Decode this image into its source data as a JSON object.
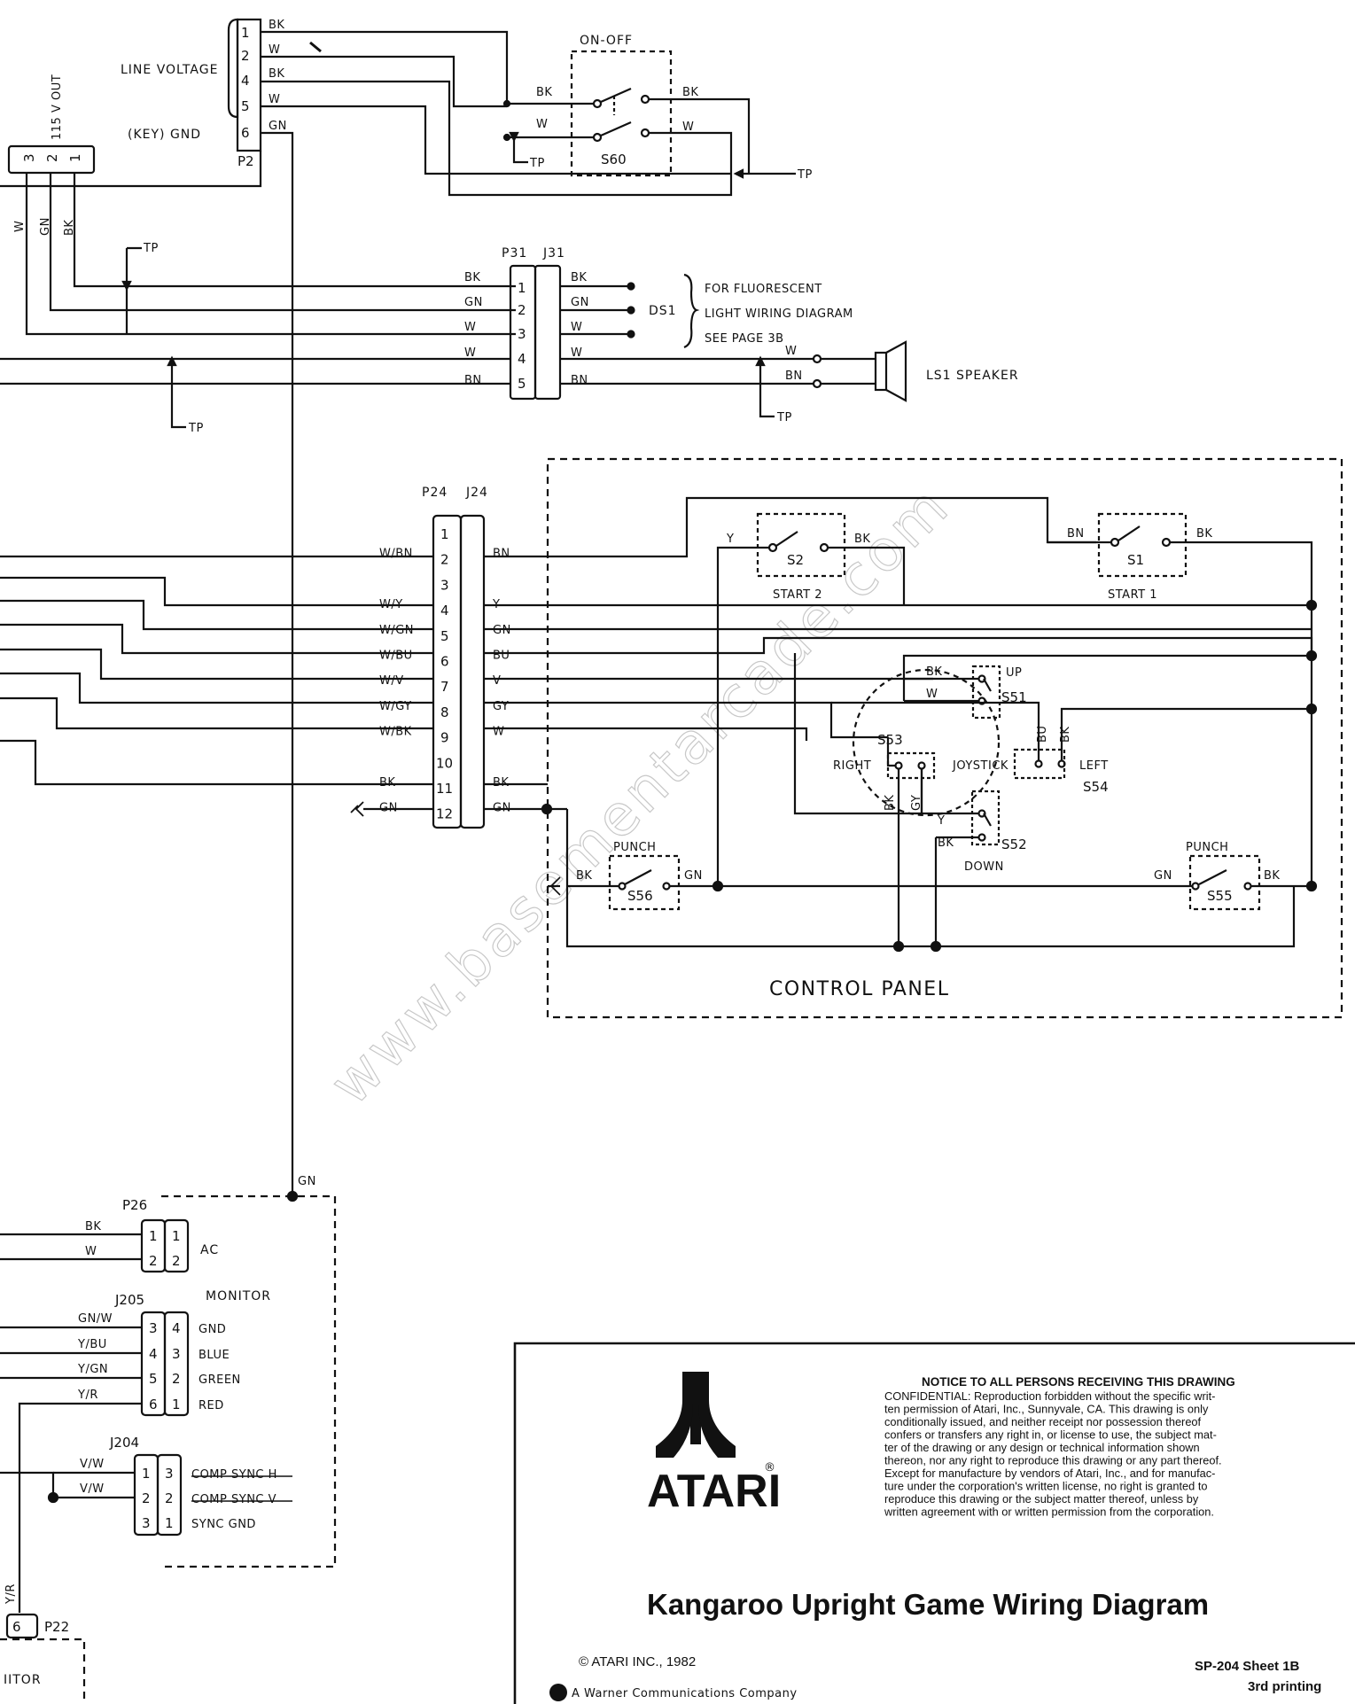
{
  "line_voltage": {
    "label": "LINE VOLTAGE",
    "key_gnd": "(KEY) GND",
    "plug": "P2",
    "pins": [
      "1",
      "2",
      "4",
      "5",
      "6"
    ],
    "wires": [
      "BK",
      "W",
      "BK",
      "W",
      "GN"
    ]
  },
  "power_in": {
    "label": "115 V OUT",
    "pins": [
      "3",
      "2",
      "1"
    ],
    "wires": [
      "W",
      "GN",
      "BK"
    ]
  },
  "on_off": {
    "label": "ON-OFF",
    "ref": "S60",
    "wires_in": [
      "BK",
      "W"
    ],
    "wires_out": [
      "BK",
      "W"
    ]
  },
  "tp": "TP",
  "p31": {
    "plug": "P31",
    "jack": "J31",
    "pins": [
      "1",
      "2",
      "3",
      "4",
      "5"
    ],
    "left_wires": [
      "BK",
      "GN",
      "W",
      "W",
      "BN"
    ],
    "right_wires": [
      "BK",
      "GN",
      "W",
      "W",
      "BN"
    ],
    "ds1": "DS1",
    "note": [
      "FOR FLUORESCENT",
      "LIGHT WIRING DIAGRAM",
      "SEE PAGE 3B"
    ],
    "speaker": "LS1 SPEAKER",
    "speaker_wires": [
      "W",
      "BN"
    ]
  },
  "p24": {
    "plug": "P24",
    "jack": "J24",
    "pins": [
      "1",
      "2",
      "3",
      "4",
      "5",
      "6",
      "7",
      "8",
      "9",
      "10",
      "11",
      "12"
    ],
    "left_wires": [
      "",
      "W/BN",
      "",
      "W/Y",
      "W/GN",
      "W/BU",
      "W/V",
      "W/GY",
      "W/BK",
      "",
      "BK",
      "GN"
    ],
    "right_wires": [
      "",
      "BN",
      "",
      "Y",
      "GN",
      "BU",
      "V",
      "GY",
      "W",
      "",
      "BK",
      "GN"
    ]
  },
  "control_panel": {
    "label": "CONTROL PANEL",
    "start2": {
      "ref": "S2",
      "label": "START 2",
      "wires": [
        "Y",
        "BK"
      ]
    },
    "start1": {
      "ref": "S1",
      "label": "START 1",
      "wires": [
        "BN",
        "BK"
      ]
    },
    "joystick": {
      "label": "JOYSTICK",
      "up": {
        "ref": "S51",
        "label": "UP",
        "wires": [
          "BK",
          "W"
        ]
      },
      "down": {
        "ref": "S52",
        "label": "DOWN",
        "wires": [
          "Y",
          "BK"
        ]
      },
      "right": {
        "ref": "S53",
        "label": "RIGHT",
        "wires": [
          "BK",
          "GY"
        ]
      },
      "left": {
        "ref": "S54",
        "label": "LEFT",
        "wires": [
          "BU",
          "BK"
        ]
      }
    },
    "punch_left": {
      "ref": "S56",
      "label": "PUNCH",
      "wires": [
        "BK",
        "GN"
      ]
    },
    "punch_right": {
      "ref": "S55",
      "label": "PUNCH",
      "wires": [
        "GN",
        "BK"
      ]
    }
  },
  "monitor": {
    "label": "MONITOR",
    "gn_wire": "GN",
    "p26": {
      "ref": "P26",
      "label": "AC",
      "pins_l": [
        "1",
        "2"
      ],
      "pins_r": [
        "1",
        "2"
      ],
      "wires": [
        "BK",
        "W"
      ]
    },
    "j205": {
      "ref": "J205",
      "pins_l": [
        "3",
        "4",
        "5",
        "6"
      ],
      "pins_r": [
        "4",
        "3",
        "2",
        "1"
      ],
      "wires": [
        "GN/W",
        "Y/BU",
        "Y/GN",
        "Y/R"
      ],
      "signals": [
        "GND",
        "BLUE",
        "GREEN",
        "RED"
      ]
    },
    "j204": {
      "ref": "J204",
      "pins_l": [
        "1",
        "2",
        "3"
      ],
      "pins_r": [
        "3",
        "2",
        "1"
      ],
      "wires": [
        "V/W",
        "V/W"
      ],
      "signals": [
        "COMP SYNC H",
        "COMP SYNC V",
        "SYNC GND"
      ]
    },
    "p22": {
      "ref": "P22",
      "pin": "6",
      "wire": "Y/R",
      "label": "IITOR"
    }
  },
  "watermark": "www.basementarcade.com",
  "title_block": {
    "logo_text": "ATARI",
    "logo_mark": "®",
    "notice_heading": "NOTICE TO ALL PERSONS RECEIVING THIS DRAWING",
    "notice_lines": [
      "CONFIDENTIAL: Reproduction forbidden without the specific writ-",
      "ten permission of Atari, Inc., Sunnyvale, CA. This drawing is only",
      "conditionally issued, and neither receipt nor possession thereof",
      "confers or transfers any right in, or license to use, the subject mat-",
      "ter of the drawing or any design or technical information shown",
      "thereon, nor any right to reproduce this drawing or any part thereof.",
      "Except for manufacture by vendors of Atari, Inc., and for manufac-",
      "ture under the corporation's written license, no right is granted to",
      "reproduce this drawing or the subject matter thereof, unless by",
      "written agreement with or written permission from the corporation."
    ],
    "title": "Kangaroo Upright Game Wiring Diagram",
    "copyright": "© ATARI INC., 1982",
    "warner": "A Warner Communications Company",
    "sheet": "SP-204    Sheet 1B",
    "printing": "3rd printing"
  }
}
